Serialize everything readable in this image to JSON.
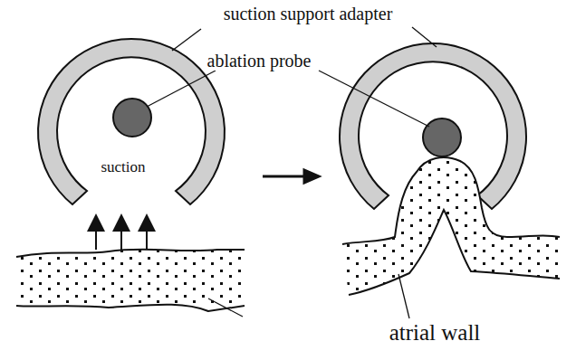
{
  "diagram": {
    "labels": [
      "suction support adapter",
      "ablation probe",
      "suction",
      "atrial wall"
    ]
  }
}
